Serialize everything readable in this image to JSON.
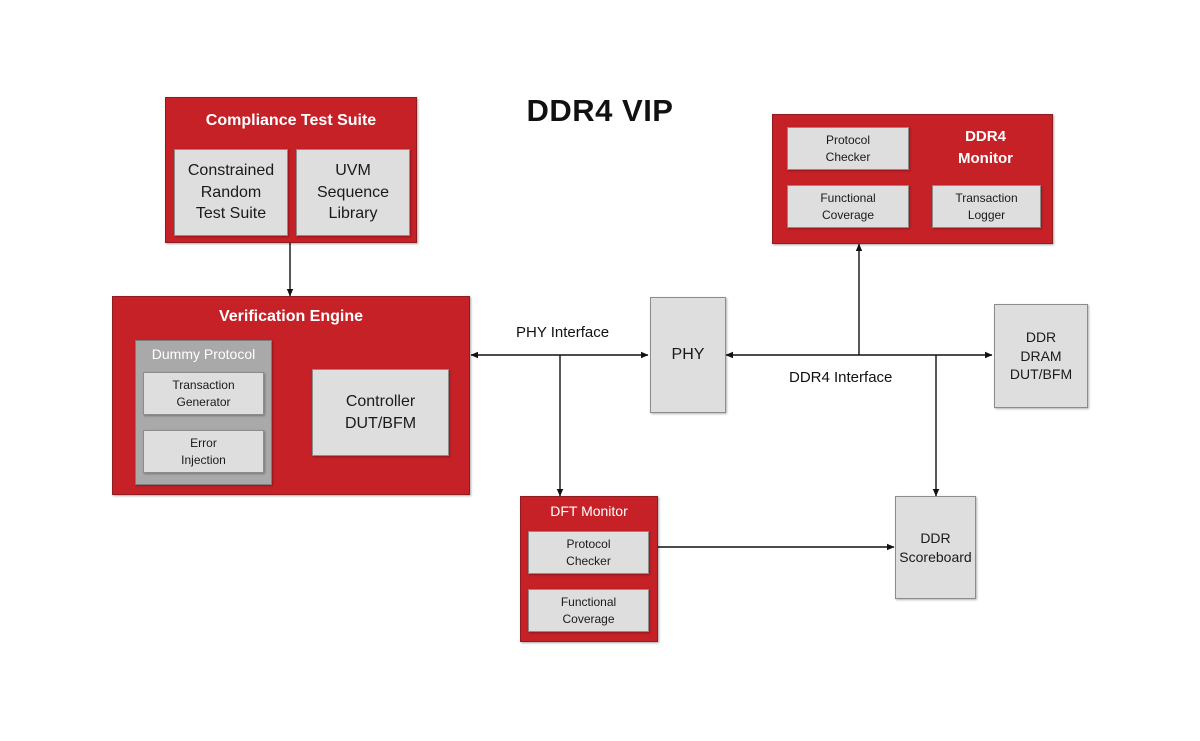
{
  "title": "DDR4 VIP",
  "compliance": {
    "title": "Compliance Test Suite",
    "constrained": "Constrained\nRandom\nTest Suite",
    "uvm": "UVM\nSequence\nLibrary"
  },
  "verification": {
    "title": "Verification Engine",
    "dummy_protocol": "Dummy Protocol",
    "transaction_generator": "Transaction\nGenerator",
    "error_injection": "Error\nInjection",
    "controller": "Controller\nDUT/BFM"
  },
  "monitor": {
    "title": "DDR4\nMonitor",
    "protocol_checker": "Protocol\nChecker",
    "functional_coverage": "Functional\nCoverage",
    "transaction_logger": "Transaction\nLogger"
  },
  "dft": {
    "title": "DFT Monitor",
    "protocol_checker": "Protocol\nChecker",
    "functional_coverage": "Functional\nCoverage"
  },
  "phy": "PHY",
  "dram": "DDR\nDRAM\nDUT/BFM",
  "scoreboard": "DDR\nScoreboard",
  "labels": {
    "phy_interface": "PHY Interface",
    "ddr4_interface": "DDR4 Interface"
  }
}
